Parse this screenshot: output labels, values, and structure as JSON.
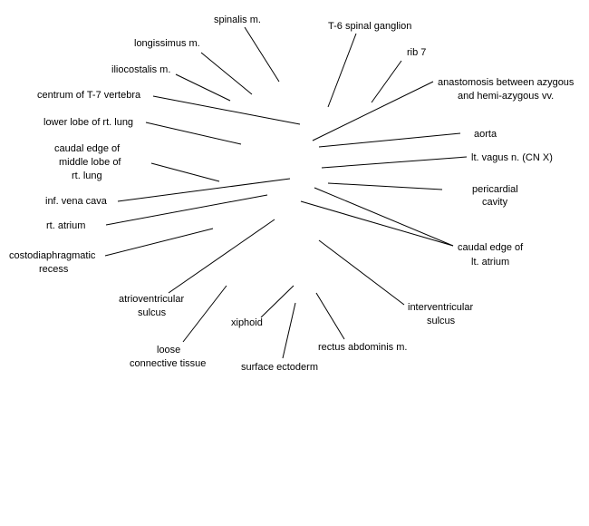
{
  "labels": {
    "spinalis": "spinalis m.",
    "t6_ganglion": "T-6 spinal ganglion",
    "longissimus": "longissimus m.",
    "rib7": "rib 7",
    "iliocostalis": "iliocostalis m.",
    "anastomosis_1": "anastomosis between azygous",
    "anastomosis_2": "and hemi-azygous vv.",
    "centrum": "centrum of T-7 vertebra",
    "lower_lobe": "lower lobe of rt. lung",
    "aorta": "aorta",
    "middle_lobe_1": "caudal edge of",
    "middle_lobe_2": "middle lobe of",
    "middle_lobe_3": "rt. lung",
    "vagus": "lt. vagus n. (CN X)",
    "pericardial_1": "pericardial",
    "pericardial_2": "cavity",
    "vena_cava": "inf. vena cava",
    "rt_atrium": "rt. atrium",
    "lt_atrium_1": "caudal edge of",
    "lt_atrium_2": "lt. atrium",
    "costo_1": "costodiaphragmatic",
    "costo_2": "recess",
    "av_sulcus_1": "atrioventricular",
    "av_sulcus_2": "sulcus",
    "iv_sulcus_1": "interventricular",
    "iv_sulcus_2": "sulcus",
    "xiphoid": "xiphoid",
    "rectus": "rectus abdominis m.",
    "loose_1": "loose",
    "loose_2": "connective tissue",
    "ectoderm": "surface ectoderm"
  }
}
